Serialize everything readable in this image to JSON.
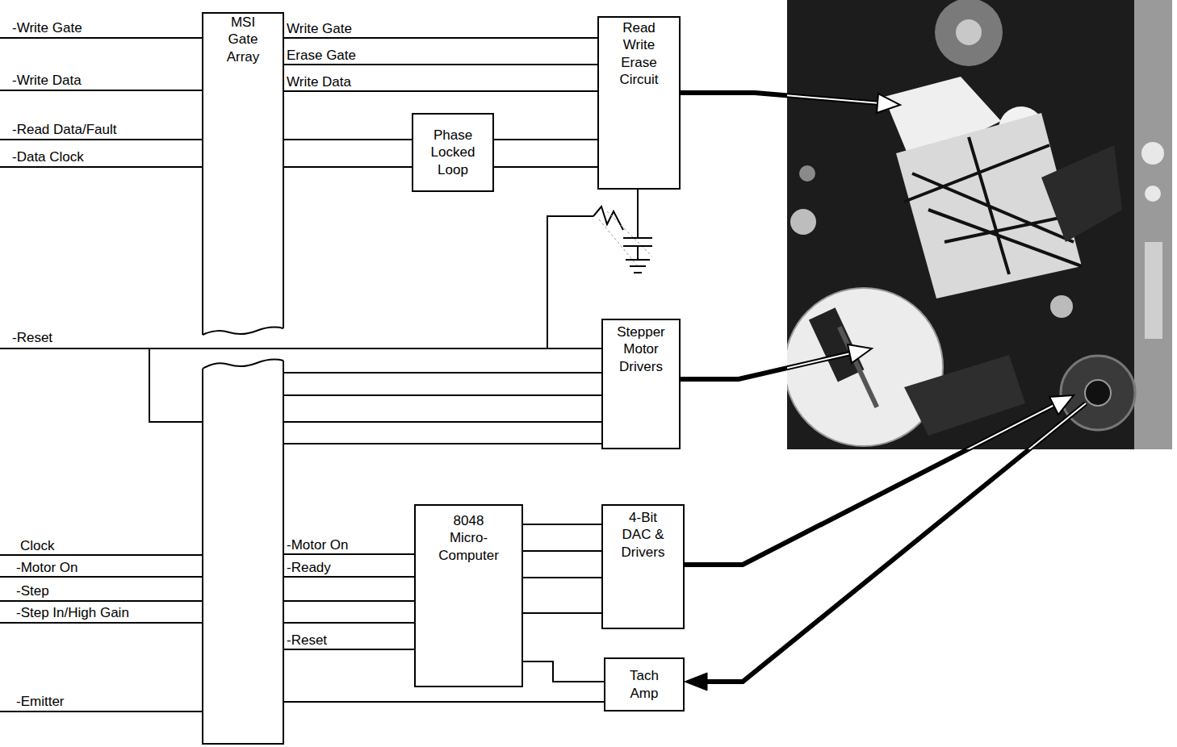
{
  "diagram": {
    "nodes": [
      {
        "text": [
          "MSI Gate Array"
        ]
      },
      {
        "text": [
          "Read Write Erase Circuit"
        ]
      },
      {
        "text": [
          "Phase Locked Loop"
        ]
      },
      {
        "text": [
          "Stepper Motor Drivers"
        ]
      },
      {
        "text": [
          "8048 Micro- Computer"
        ]
      },
      {
        "text": [
          "4-Bit DAC & Drivers"
        ]
      },
      {
        "text": [
          "Tach Amp"
        ]
      }
    ],
    "edges": [
      {
        "from": 0,
        "to": 1,
        "arrow": "none",
        "label": "Write Gate"
      },
      {
        "from": 0,
        "to": 1,
        "arrow": "none",
        "label": "Erase Gate"
      },
      {
        "from": 0,
        "to": 1,
        "arrow": "none",
        "label": "Write Data"
      },
      {
        "from": 0,
        "to": 2,
        "arrow": "none"
      },
      {
        "from": 0,
        "to": 2,
        "arrow": "none"
      },
      {
        "from": 2,
        "to": 1,
        "arrow": "none"
      },
      {
        "from": 2,
        "to": 1,
        "arrow": "none"
      },
      {
        "from": 0,
        "to": 3,
        "arrow": "none"
      },
      {
        "from": 0,
        "to": 3,
        "arrow": "none"
      },
      {
        "from": 0,
        "to": 3,
        "arrow": "none"
      },
      {
        "from": 0,
        "to": 3,
        "arrow": "none"
      },
      {
        "from": 0,
        "to": 4,
        "arrow": "none",
        "label": "-Motor On"
      },
      {
        "from": 0,
        "to": 4,
        "arrow": "none",
        "label": "-Ready"
      },
      {
        "from": 0,
        "to": 4,
        "arrow": "none"
      },
      {
        "from": 0,
        "to": 4,
        "arrow": "none"
      },
      {
        "from": 0,
        "to": 4,
        "arrow": "none",
        "label": "-Reset"
      },
      {
        "from": 4,
        "to": 5,
        "arrow": "none"
      },
      {
        "from": 4,
        "to": 5,
        "arrow": "none"
      },
      {
        "from": 4,
        "to": 5,
        "arrow": "none"
      },
      {
        "from": 4,
        "to": 5,
        "arrow": "none"
      },
      {
        "from": 6,
        "to": 4,
        "arrow": "none"
      },
      {
        "from": 0,
        "to": 6,
        "arrow": "none"
      }
    ],
    "labels": [
      "-Write Gate",
      "-Write Data",
      "-Read Data/Fault",
      "-Data Clock",
      "-Reset",
      "Clock",
      "-Motor On",
      "-Step",
      "-Step In/High Gain",
      "-Emitter"
    ]
  }
}
